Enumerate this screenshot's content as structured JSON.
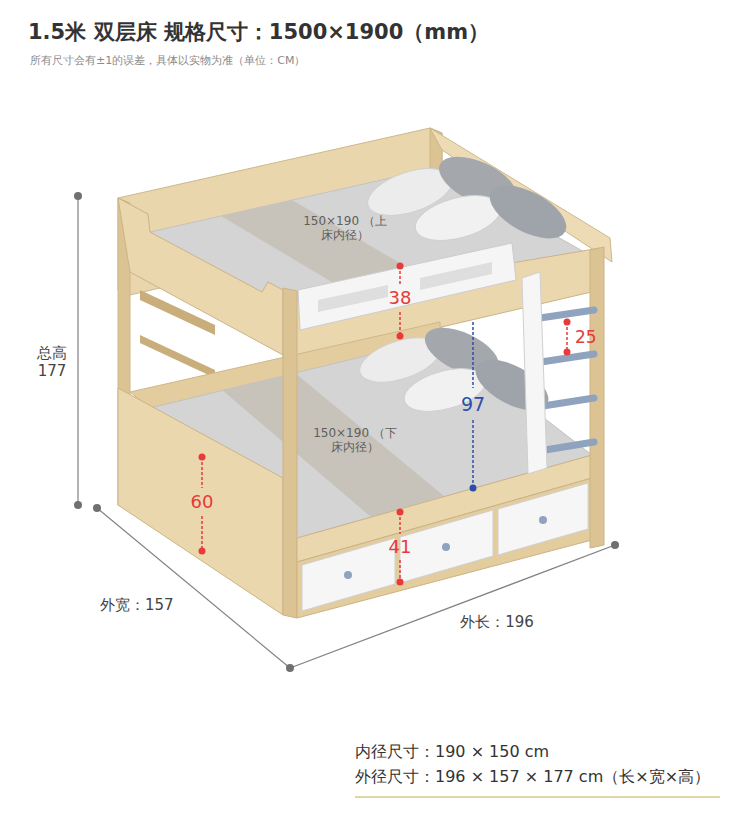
{
  "diagram": {
    "title": "1.5米 双层床 规格尺寸：1500×1900（mm）",
    "caption": "所有尺寸会有±1的误差，具体以实物为准（单位：CM）",
    "labels": [
      "150×190 （上床内径）",
      "38",
      "25",
      "97",
      "150×190 （下床内径）",
      "60",
      "41",
      "总高 177",
      "外宽：157",
      "外长：196",
      "内径尺寸：190 × 150 cm",
      "外径尺寸：196 × 157 × 177 cm（长×宽×高）"
    ]
  }
}
